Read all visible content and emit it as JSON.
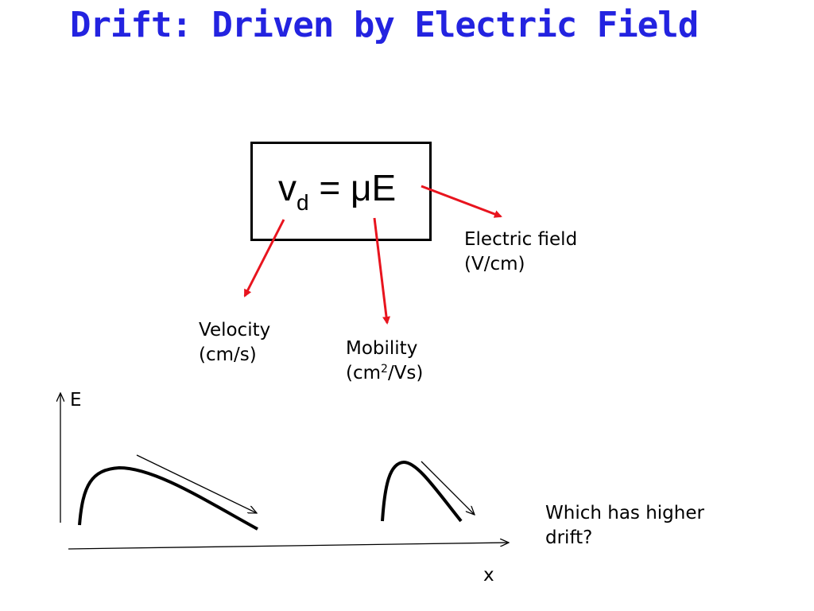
{
  "title": "Drift: Driven by Electric Field",
  "colors": {
    "title": "#2323e0",
    "arrow": "#e8141e",
    "line": "#000000"
  },
  "equation": {
    "lhs": "v",
    "lhs_sub": "d",
    "rhs": " = μE"
  },
  "labels": {
    "electric_field": {
      "line1": "Electric field",
      "line2": "(V/cm)"
    },
    "velocity": {
      "line1": "Velocity",
      "line2": "(cm/s)"
    },
    "mobility": {
      "line1": "Mobility",
      "line2_pre": "(cm",
      "line2_sup": "2",
      "line2_post": "/Vs)"
    }
  },
  "graph": {
    "y_axis_label": "E",
    "x_axis_label": "x"
  },
  "question": {
    "line1": "Which has higher",
    "line2": "drift?"
  }
}
